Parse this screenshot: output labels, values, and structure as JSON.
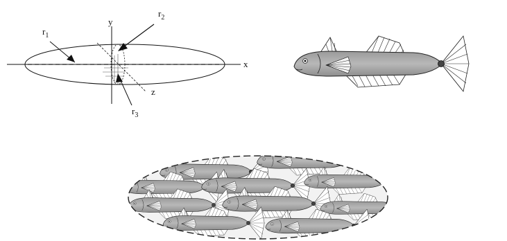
{
  "ellipsoid_diagram": {
    "r1_label": "r",
    "r1_sub": "1",
    "r2_label": "r",
    "r2_sub": "2",
    "r3_label": "r",
    "r3_sub": "3",
    "x_axis_label": "x",
    "y_axis_label": "y",
    "z_axis_label": "z"
  },
  "single_fish": {
    "icon": "fish-icon"
  },
  "fish_school": {
    "icon": "fish-school-icon"
  }
}
